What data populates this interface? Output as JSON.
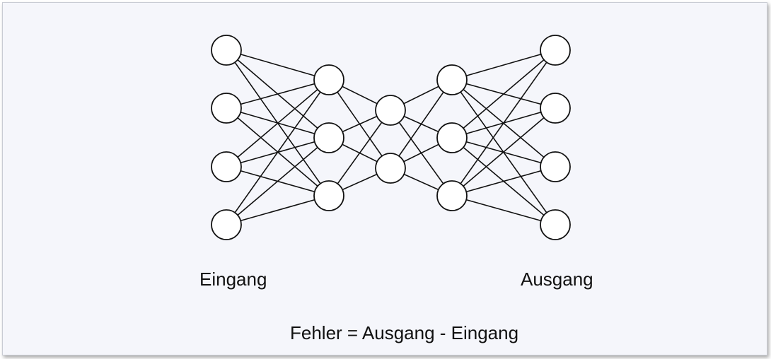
{
  "diagram": {
    "type": "autoencoder-network",
    "layers": [
      {
        "nodes": 4
      },
      {
        "nodes": 3
      },
      {
        "nodes": 2
      },
      {
        "nodes": 3
      },
      {
        "nodes": 4
      }
    ],
    "connections": "fully-connected between adjacent layers",
    "colors": {
      "background": "#f5f6fb",
      "node_fill": "#ffffff",
      "stroke": "#111111"
    }
  },
  "labels": {
    "input": "Eingang",
    "output": "Ausgang",
    "formula": "Fehler = Ausgang - Eingang"
  }
}
